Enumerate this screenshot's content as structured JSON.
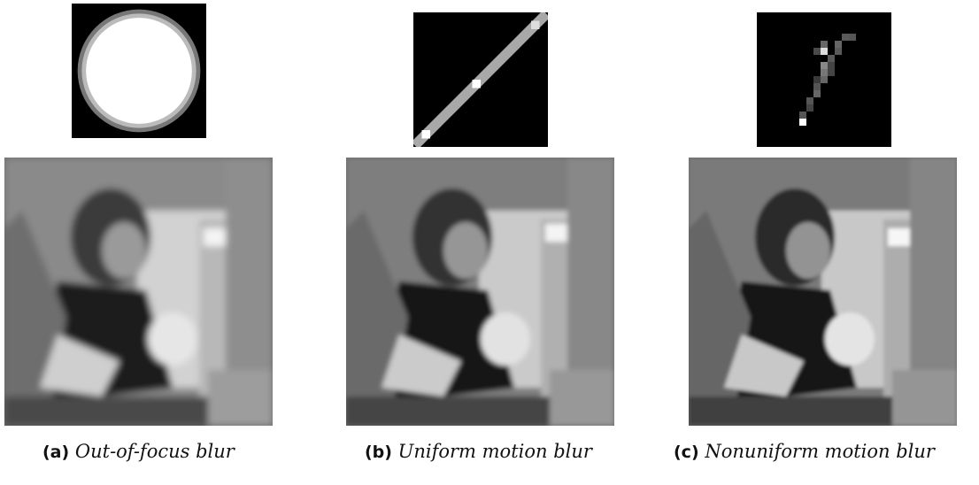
{
  "figures": [
    {
      "label": "(a)",
      "caption": "Out-of-focus blur",
      "kernel_icon": "disk-kernel-icon"
    },
    {
      "label": "(b)",
      "caption": "Uniform motion blur",
      "kernel_icon": "line-kernel-icon"
    },
    {
      "label": "(c)",
      "caption": "Nonuniform motion blur",
      "kernel_icon": "curved-kernel-icon"
    }
  ]
}
